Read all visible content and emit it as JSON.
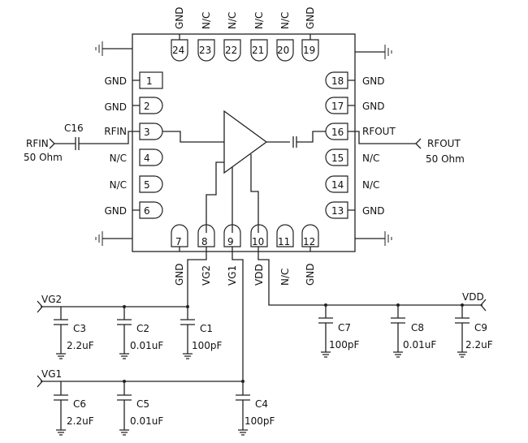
{
  "pins": {
    "p1": {
      "num": "1",
      "name": "GND"
    },
    "p2": {
      "num": "2",
      "name": "GND"
    },
    "p3": {
      "num": "3",
      "name": "RFIN"
    },
    "p4": {
      "num": "4",
      "name": "N/C"
    },
    "p5": {
      "num": "5",
      "name": "N/C"
    },
    "p6": {
      "num": "6",
      "name": "GND"
    },
    "p7": {
      "num": "7",
      "name": "GND"
    },
    "p8": {
      "num": "8",
      "name": "VG2"
    },
    "p9": {
      "num": "9",
      "name": "VG1"
    },
    "p10": {
      "num": "10",
      "name": "VDD"
    },
    "p11": {
      "num": "11",
      "name": "N/C"
    },
    "p12": {
      "num": "12",
      "name": "GND"
    },
    "p13": {
      "num": "13",
      "name": "GND"
    },
    "p14": {
      "num": "14",
      "name": "N/C"
    },
    "p15": {
      "num": "15",
      "name": "N/C"
    },
    "p16": {
      "num": "16",
      "name": "RFOUT"
    },
    "p17": {
      "num": "17",
      "name": "GND"
    },
    "p18": {
      "num": "18",
      "name": "GND"
    },
    "p19": {
      "num": "19",
      "name": "GND"
    },
    "p20": {
      "num": "20",
      "name": "N/C"
    },
    "p21": {
      "num": "21",
      "name": "N/C"
    },
    "p22": {
      "num": "22",
      "name": "N/C"
    },
    "p23": {
      "num": "23",
      "name": "N/C"
    },
    "p24": {
      "num": "24",
      "name": "GND"
    }
  },
  "ports": {
    "rfin": {
      "name": "RFIN",
      "impedance": "50 Ohm"
    },
    "rfout": {
      "name": "RFOUT",
      "impedance": "50 Ohm"
    },
    "vg2": "VG2",
    "vg1": "VG1",
    "vdd": "VDD"
  },
  "components": {
    "c16": {
      "ref": "C16"
    },
    "c1": {
      "ref": "C1",
      "value": "100pF"
    },
    "c2": {
      "ref": "C2",
      "value": "0.01uF"
    },
    "c3": {
      "ref": "C3",
      "value": "2.2uF"
    },
    "c4": {
      "ref": "C4",
      "value": "100pF"
    },
    "c5": {
      "ref": "C5",
      "value": "0.01uF"
    },
    "c6": {
      "ref": "C6",
      "value": "2.2uF"
    },
    "c7": {
      "ref": "C7",
      "value": "100pF"
    },
    "c8": {
      "ref": "C8",
      "value": "0.01uF"
    },
    "c9": {
      "ref": "C9",
      "value": "2.2uF"
    }
  }
}
